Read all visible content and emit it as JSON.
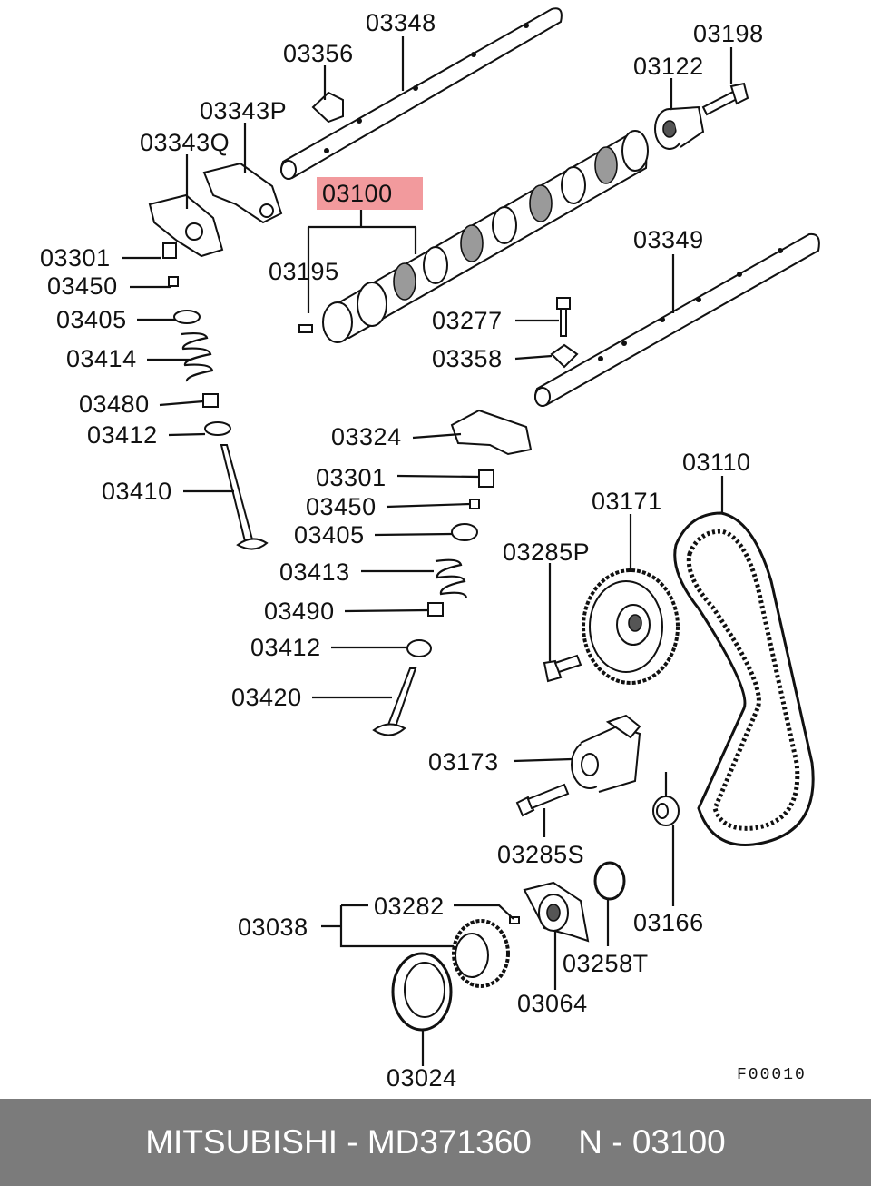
{
  "diagram": {
    "highlight_label": "03100",
    "labels": [
      "03348",
      "03356",
      "03198",
      "03122",
      "03343P",
      "03343Q",
      "03301",
      "03195",
      "03450",
      "03349",
      "03405",
      "03277",
      "03414",
      "03358",
      "03480",
      "03412",
      "03324",
      "03410",
      "03301",
      "03110",
      "03450",
      "03171",
      "03405",
      "03285P",
      "03413",
      "03490",
      "03412",
      "03420",
      "03173",
      "03285S",
      "03166",
      "03282",
      "03038",
      "03258T",
      "03064",
      "03024"
    ],
    "figure_code": "F00010"
  },
  "footer": {
    "text": "MITSUBISHI - MD371360     N - 03100"
  }
}
